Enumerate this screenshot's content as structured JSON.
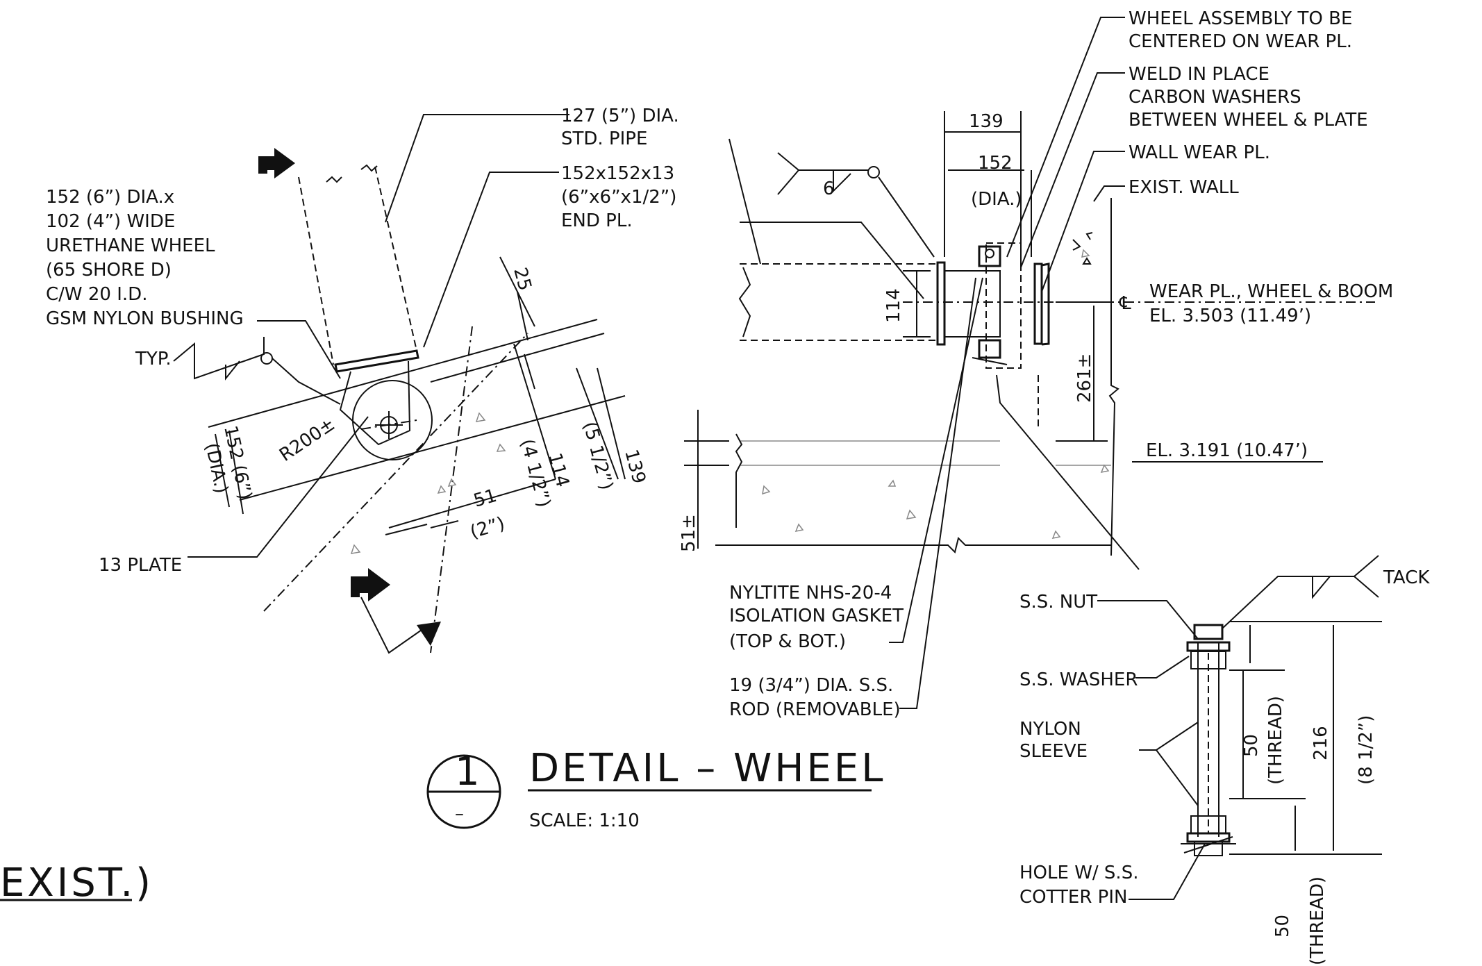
{
  "labels": {
    "wheel_spec_1": "152 (6”) DIA.x",
    "wheel_spec_2": "102 (4”) WIDE",
    "wheel_spec_3": "URETHANE WHEEL",
    "wheel_spec_4": "(65 SHORE D)",
    "wheel_spec_5": "C/W 20 I.D.",
    "wheel_spec_6": "GSM NYLON BUSHING",
    "typ": "TYP.",
    "pipe_1": "127 (5”) DIA.",
    "pipe_2": "STD. PIPE",
    "endpl_1": "152x152x13",
    "endpl_2": "(6”x6”x1/2”)",
    "endpl_3": "END PL.",
    "plate13": "13 PLATE",
    "r200": "R200±",
    "left_dim_25": "25",
    "left_dim_139": "139",
    "left_dim_51_2": "(5 1/2”)",
    "left_dim_114": "114",
    "left_dim_41_2": "(4 1/2”)",
    "left_dim_51": "51",
    "left_dim_2in": "(2”)",
    "left_dim_152": "152 (6”)",
    "left_dim_dia": "(DIA.)",
    "wheel_assembly_1": "WHEEL ASSEMBLY TO BE",
    "wheel_assembly_2": "CENTERED ON WEAR PL.",
    "weld_1": "WELD IN PLACE",
    "weld_2": "CARBON WASHERS",
    "weld_3": "BETWEEN WHEEL & PLATE",
    "wall_wear": "WALL WEAR PL.",
    "exist_wall": "EXIST. WALL",
    "dim_139": "139",
    "dim_152": "152",
    "dim_dia": "(DIA.)",
    "weld_6": "6",
    "dim_114": "114",
    "centerline_1": "WEAR PL., WHEEL & BOOM",
    "centerline_2": "EL. 3.503 (11.49’)",
    "dim_261": "261±",
    "el_3191": "EL. 3.191 (10.47’)",
    "dim_51pm": "51±",
    "gasket_1": "NYLTITE NHS-20-4",
    "gasket_2": "ISOLATION GASKET",
    "gasket_3": "(TOP & BOT.)",
    "rod_1": "19 (3/4”) DIA. S.S.",
    "rod_2": "ROD (REMOVABLE)",
    "ss_nut": "S.S. NUT",
    "tack": "TACK",
    "ss_washer": "S.S. WASHER",
    "nylon_1": "NYLON",
    "nylon_2": "SLEEVE",
    "thread_50": "50",
    "thread_label": "(THREAD)",
    "dim_216": "216",
    "dim_81_2": "(8 1/2”)",
    "hole_1": "HOLE W/ S.S.",
    "hole_2": "COTTER PIN",
    "thread_50b": "50",
    "thread_label_b": "(THREAD)",
    "exist_partial": "EXIST.)"
  },
  "title_block": {
    "number": "1",
    "sheet": "–",
    "title": "DETAIL  –  WHEEL",
    "scale": "SCALE: 1:10"
  }
}
